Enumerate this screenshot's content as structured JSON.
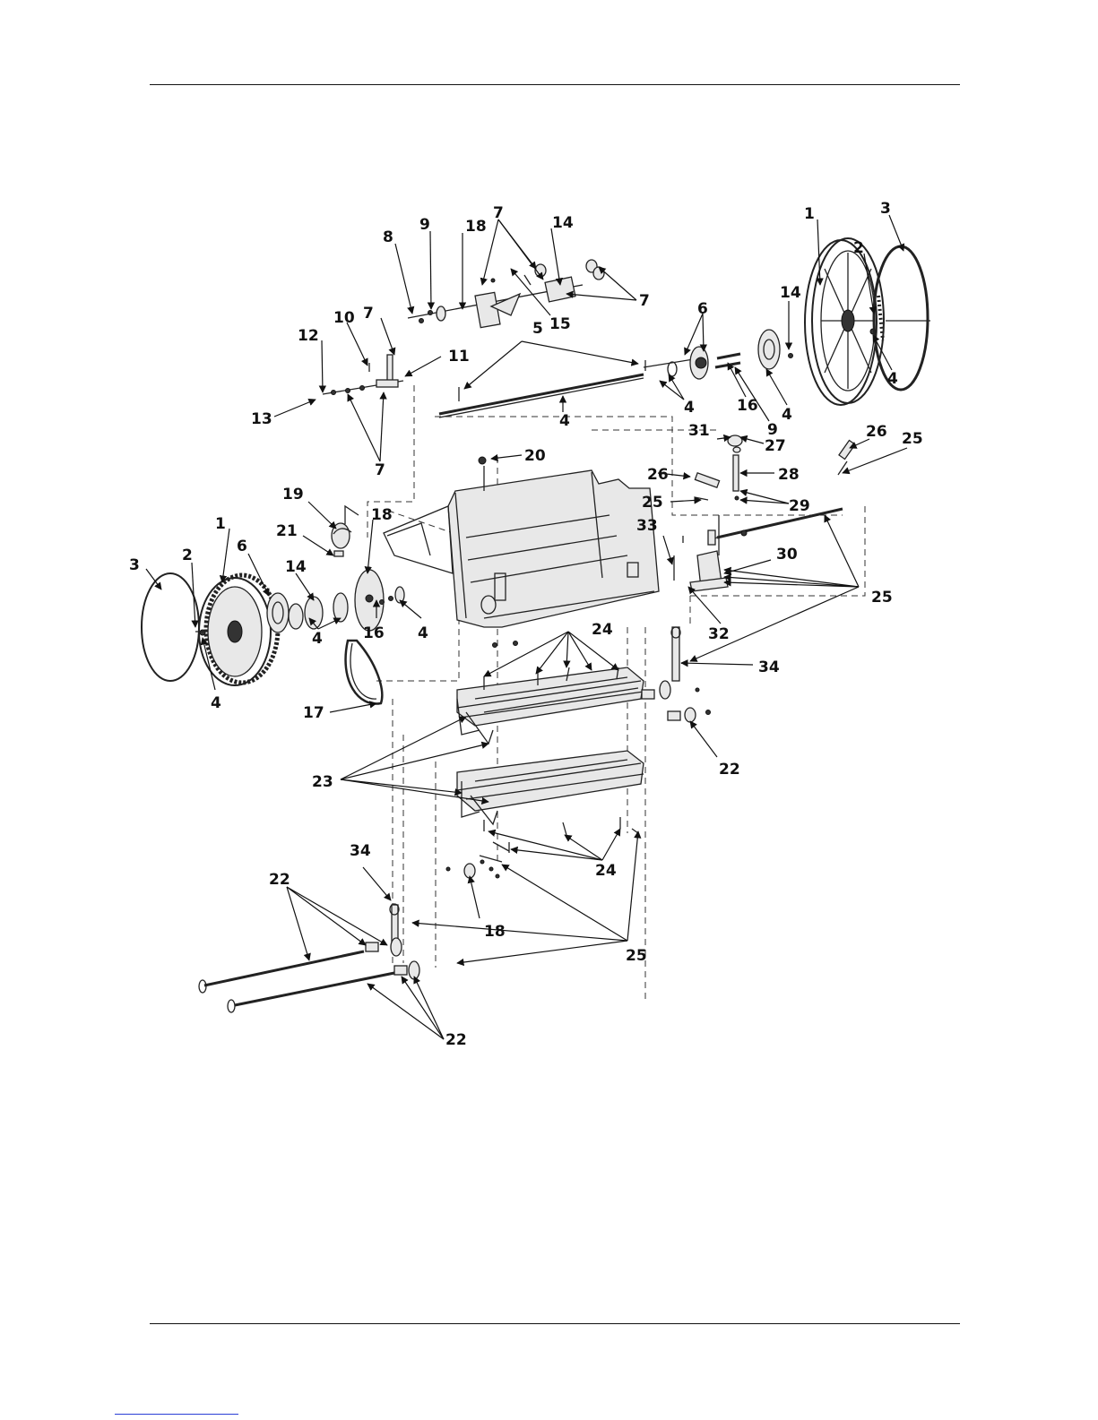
{
  "diagram": {
    "callouts": [
      "1",
      "2",
      "3",
      "4",
      "5",
      "6",
      "7",
      "8",
      "9",
      "10",
      "11",
      "12",
      "13",
      "14",
      "15",
      "16",
      "17",
      "18",
      "19",
      "20",
      "21",
      "22",
      "23",
      "24",
      "25",
      "26",
      "27",
      "28",
      "29",
      "30",
      "31",
      "32",
      "33",
      "34"
    ]
  },
  "colors": {
    "line": "#111111",
    "paper": "#ffffff",
    "link": "#2a3fd6"
  }
}
